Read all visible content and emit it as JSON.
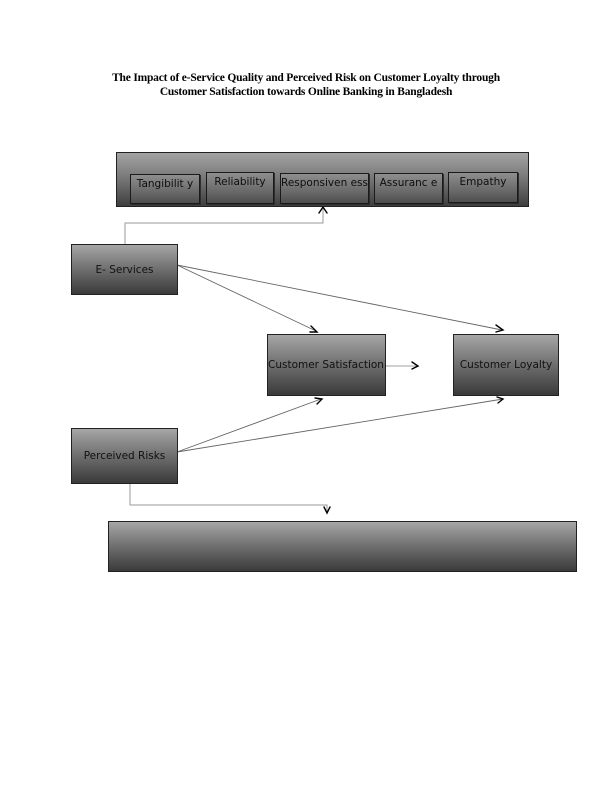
{
  "title": {
    "line1": "The Impact of e-Service Quality and Perceived Risk on Customer Loyalty through",
    "line2": "Customer Satisfaction towards Online Banking in Bangladesh"
  },
  "dimensions": {
    "items": [
      {
        "label": "Tangibilit y"
      },
      {
        "label": "Reliability"
      },
      {
        "label": "Responsiven ess"
      },
      {
        "label": "Assuranc e"
      },
      {
        "label": "Empathy"
      }
    ]
  },
  "nodes": {
    "e_services": {
      "label": "E- Services"
    },
    "customer_satisfaction": {
      "label": "Customer Satisfaction"
    },
    "customer_loyalty": {
      "label": "Customer Loyalty"
    },
    "perceived_risks": {
      "label": "Perceived Risks"
    },
    "risk_dimensions": {
      "label": ""
    }
  },
  "edges": [
    {
      "from": "E- Services",
      "to": "Service quality dimensions"
    },
    {
      "from": "E- Services",
      "to": "Customer Satisfaction"
    },
    {
      "from": "E- Services",
      "to": "Customer Loyalty"
    },
    {
      "from": "Customer Satisfaction",
      "to": "Customer Loyalty"
    },
    {
      "from": "Perceived Risks",
      "to": "Customer Satisfaction"
    },
    {
      "from": "Perceived Risks",
      "to": "Customer Loyalty"
    },
    {
      "from": "Perceived Risks",
      "to": "Risk dimensions"
    }
  ]
}
